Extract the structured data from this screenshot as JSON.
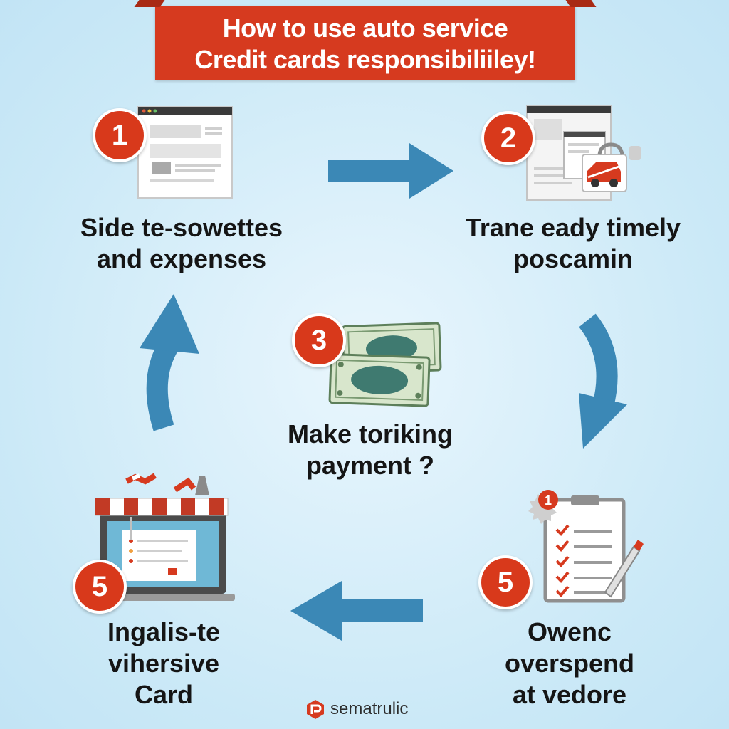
{
  "header": {
    "title_line1": "How to use auto service",
    "title_line2": "Credit cards responsibiliiley!"
  },
  "steps": [
    {
      "number": "1",
      "label_line1": "Side te-sowettes",
      "label_line2": "and expenses"
    },
    {
      "number": "2",
      "label_line1": "Trane eady timely",
      "label_line2": "poscamin"
    },
    {
      "number": "3",
      "label_line1": "Make toriking",
      "label_line2": "payment ?"
    },
    {
      "number": "5",
      "label_line1": "Owenc",
      "label_line2": "overspend",
      "label_line3": "at vedore",
      "checklist_badge": "1"
    },
    {
      "number": "5",
      "label_line1": "Ingalis-te",
      "label_line2": "vihersive",
      "label_line3": "Card"
    }
  ],
  "brand": {
    "name": "sematrulic",
    "logo_icon": "brand-logo-icon"
  },
  "colors": {
    "accent_red": "#d63a1f",
    "arrow_blue": "#3b88b6",
    "background": "#cbe9f7"
  }
}
